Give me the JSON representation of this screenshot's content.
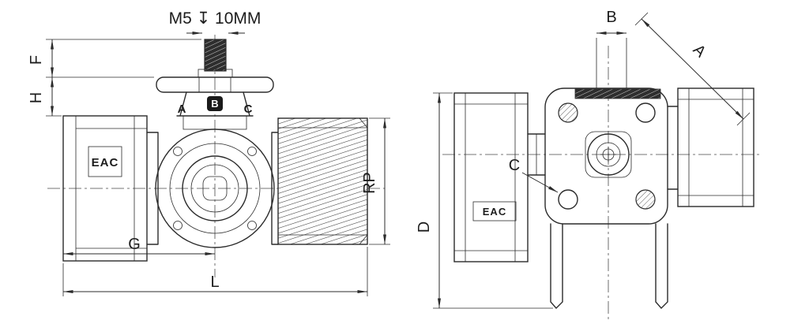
{
  "colors": {
    "line": "#2b2b2b",
    "background": "#ffffff",
    "stud_fill": "#2e2e2e"
  },
  "front_view": {
    "thread_callout": "M5 ↧ 10MM",
    "ports": {
      "a": "A",
      "b": "B",
      "c": "C"
    },
    "cert_mark": "EAC",
    "dimensions": {
      "f": "F",
      "h": "H",
      "g": "G",
      "l": "L",
      "rp": "RP"
    }
  },
  "side_view": {
    "cert_mark": "EAC",
    "dimensions": {
      "a": "A",
      "b": "B",
      "c": "C",
      "d": "D"
    }
  }
}
